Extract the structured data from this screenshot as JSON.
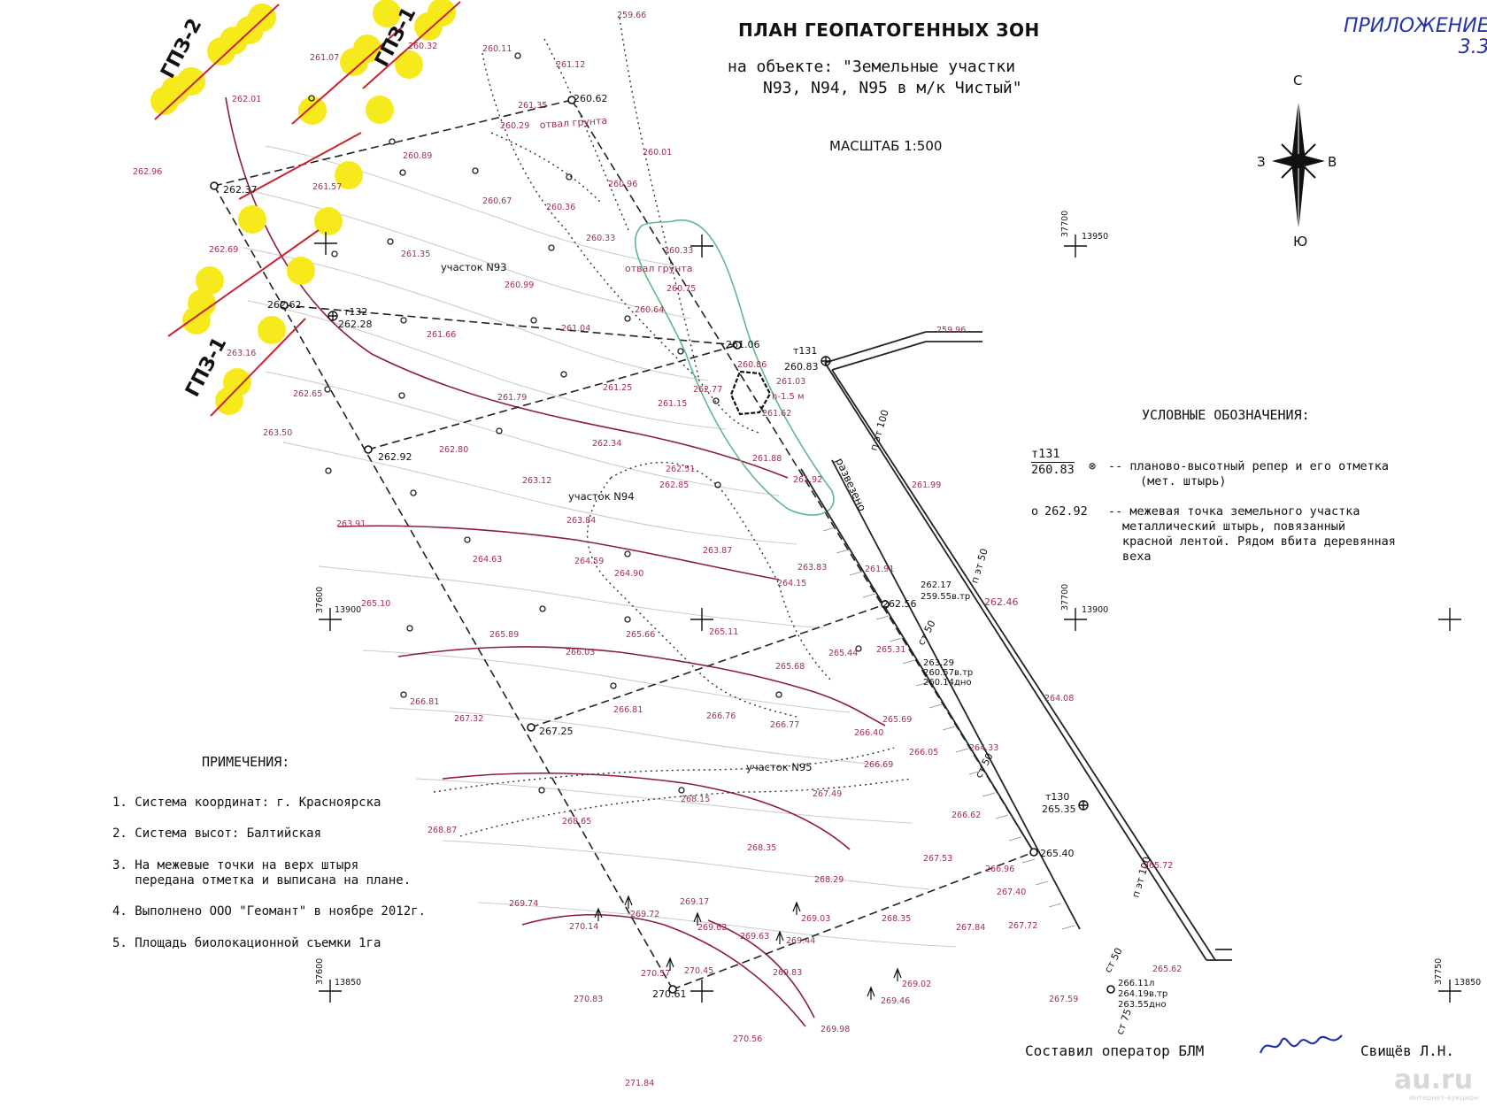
{
  "title": "ПЛАН ГЕОПАТОГЕННЫХ ЗОН",
  "subtitle": {
    "line1": "на объекте: \"Земельные участки",
    "line2": "N93, N94, N95 в м/к Чистый\""
  },
  "scale": "МАСШТАБ  1:500",
  "appendix": {
    "line1": "ПРИЛОЖЕНИЕ",
    "line2": "3.3"
  },
  "compass": {
    "north": "С",
    "south": "Ю",
    "west": "З",
    "east": "В"
  },
  "zones": {
    "gpz2": "ГПЗ-2",
    "gpz1_top": "ГПЗ-1",
    "gpz1_bottom": "ГПЗ-1"
  },
  "parcels": {
    "p93": "участок N93",
    "p94": "участок N94",
    "p95": "участок N95"
  },
  "dumps": {
    "d1": "отвал грунта",
    "d2": "отвал грунта"
  },
  "annotations": {
    "razvezeno": "развезено",
    "depth": "h-1.5 м"
  },
  "grid_labels": [
    "37700",
    "13950",
    "37600",
    "13900",
    "37700",
    "13900",
    "37600",
    "13850",
    "37750",
    "13850"
  ],
  "boundary_points": [
    "262.37",
    "262.62",
    "262.92",
    "267.25",
    "270.61",
    "260.62",
    "261.06",
    "262.56",
    "265.40"
  ],
  "benchmarks": [
    {
      "name": "т132",
      "value": "262.28"
    },
    {
      "name": "т131",
      "value": "260.83"
    },
    {
      "name": "т130",
      "value": "265.35"
    }
  ],
  "elevations": [
    "259.66",
    "260.11",
    "261.12",
    "260.32",
    "261.07",
    "262.01",
    "261.35",
    "260.29",
    "260.01",
    "262.96",
    "260.89",
    "261.57",
    "260.67",
    "260.36",
    "260.96",
    "262.69",
    "261.35",
    "260.33",
    "260.33",
    "260.99",
    "260.75",
    "260.64",
    "261.66",
    "261.04",
    "259.96",
    "263.16",
    "260.86",
    "261.03",
    "261.25",
    "261.15",
    "262.77",
    "261.62",
    "262.65",
    "261.79",
    "263.50",
    "262.80",
    "262.34",
    "262.51",
    "262.85",
    "261.88",
    "261.92",
    "263.12",
    "261.99",
    "263.91",
    "263.84",
    "264.63",
    "264.59",
    "263.87",
    "264.90",
    "263.83",
    "264.15",
    "261.91",
    "265.10",
    "265.89",
    "265.11",
    "265.66",
    "266.03",
    "265.68",
    "265.44",
    "265.31",
    "266.81",
    "267.32",
    "266.81",
    "266.76",
    "266.77",
    "265.69",
    "266.40",
    "266.05",
    "264.08",
    "264.33",
    "266.69",
    "267.49",
    "268.87",
    "268.65",
    "268.15",
    "266.62",
    "268.35",
    "267.53",
    "266.96",
    "265.72",
    "269.74",
    "270.14",
    "269.72",
    "269.17",
    "269.62",
    "269.63",
    "269.03",
    "269.44",
    "268.35",
    "268.29",
    "267.84",
    "267.72",
    "267.40",
    "265.62",
    "270.57",
    "270.45",
    "269.83",
    "269.02",
    "270.83",
    "269.46",
    "267.59",
    "269.98",
    "270.56",
    "271.84"
  ],
  "ditch": {
    "p1": {
      "a": "262.17",
      "b": "259.55в.тр"
    },
    "p2": {
      "a": "263.29",
      "b": "260.57в.тр",
      "c": "260.14дно"
    },
    "p3": {
      "a": "266.11л",
      "b": "264.19в.тр",
      "c": "263.55дно"
    }
  },
  "pipe_labels": [
    "п эт 100",
    "п эт 50",
    "ст 50",
    "ст 50",
    "п эт 100",
    "ст 50",
    "ст 75",
    "262.46"
  ],
  "legend": {
    "title": "УСЛОВНЫЕ ОБОЗНАЧЕНИЯ:",
    "item1_name": "т131",
    "item1_value": "260.83",
    "item1_text1": "-- планово-высотный репер и его отметка",
    "item1_text2": "(мет. штырь)",
    "item2_value": "262.92",
    "item2_text1": "-- межевая точка земельного участка",
    "item2_text2": "металлический штырь, повязанный",
    "item2_text3": "красной лентой. Рядом вбита деревянная",
    "item2_text4": "веха"
  },
  "notes": {
    "title": "ПРИМЕЧЕНИЯ:",
    "n1": "1. Система координат: г. Красноярска",
    "n2": "2. Система высот: Балтийская",
    "n3a": "3. На межевые точки на верх штыря",
    "n3b": "   передана отметка и выписана на плане.",
    "n4": "4. Выполнено ООО \"Геомант\" в ноябре 2012г.",
    "n5": "5. Площадь биолокационной съемки 1га"
  },
  "signature": {
    "label": "Составил оператор БЛМ",
    "name": "Свищёв Л.Н."
  },
  "watermark": {
    "main": "au.ru",
    "sub": "интернет-аукцион"
  },
  "colors": {
    "zone_fill": "#f6ea1c",
    "zone_line": "#c8242f",
    "contour": "#8f1c3a",
    "elev_text": "#a0304e",
    "green": "#5fb88a"
  }
}
